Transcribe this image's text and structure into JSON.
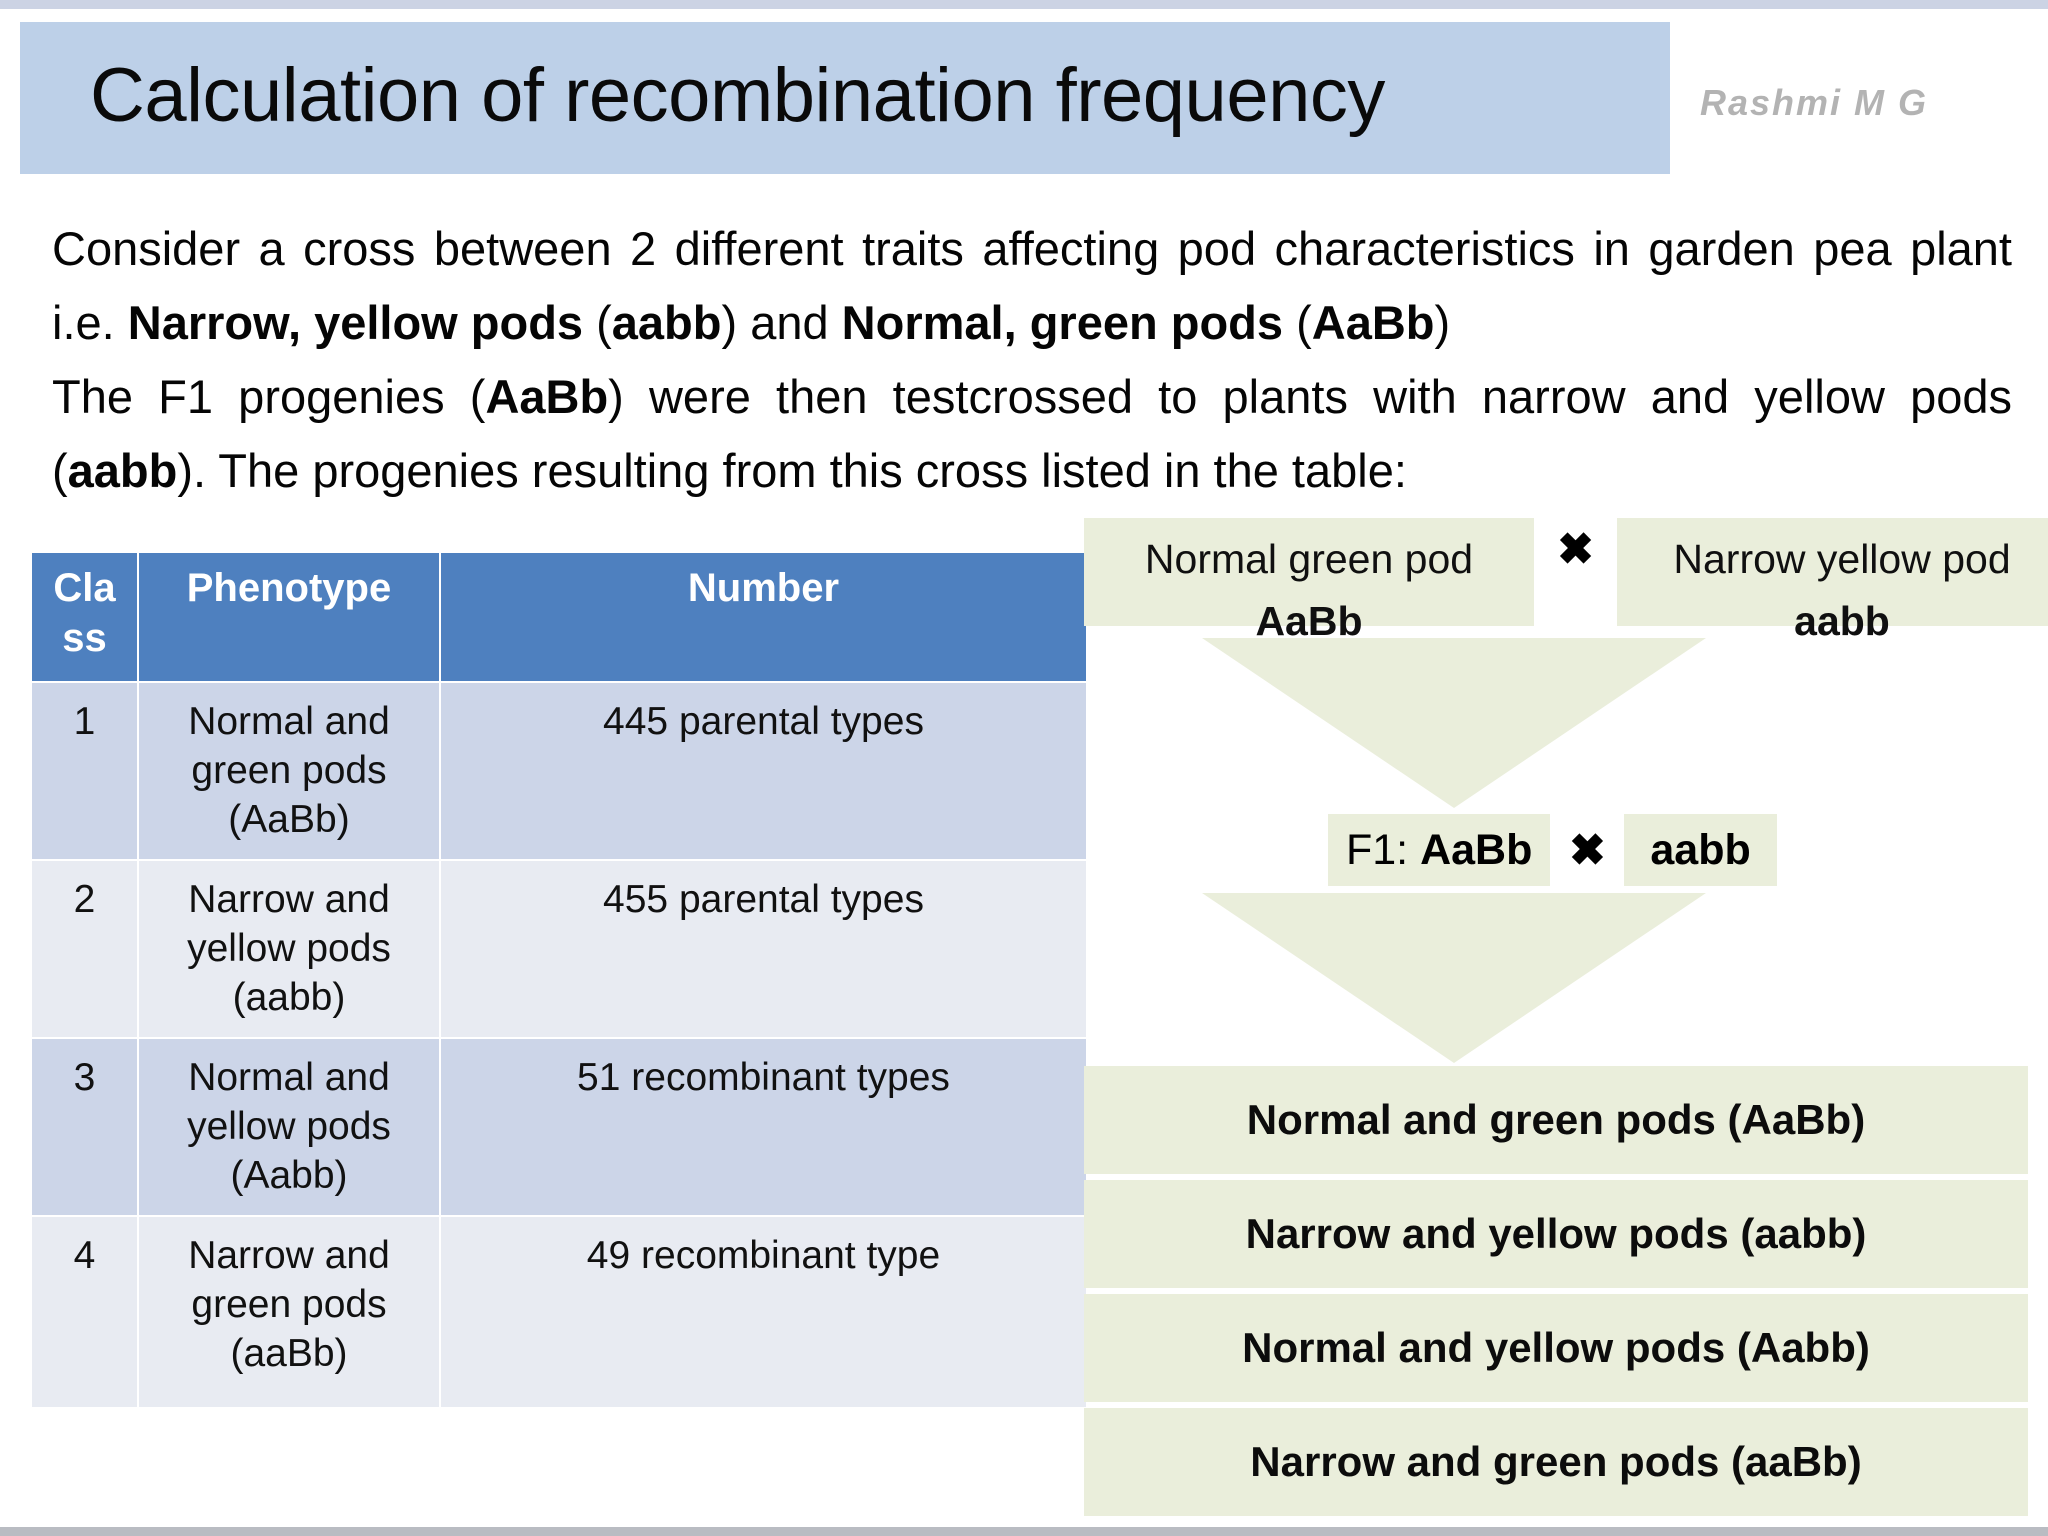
{
  "slide": {
    "title": "Calculation of recombination frequency",
    "watermark": "Rashmi M G",
    "accent_blue": "#4e80bf",
    "title_bar_color": "#bdd0e8",
    "row_dark_color": "#ccd5e8",
    "row_light_color": "#e8ebf2",
    "diagram_box_color": "#eaeedb"
  },
  "body": {
    "paragraph_1": {
      "part_1": "Consider a cross between 2 different traits affecting pod characteristics in garden pea plant i.e. ",
      "bold_1": "Narrow, yellow pods",
      "part_2": " (",
      "bold_2": "aabb",
      "part_3": ") and ",
      "bold_3": "Normal, green pods",
      "part_4": " (",
      "bold_4": "AaBb",
      "part_5": ")"
    },
    "paragraph_2": {
      "part_1": "The F1 progenies (",
      "bold_1": "AaBb",
      "part_2": ") were then testcrossed to plants with narrow and yellow pods (",
      "bold_2": "aabb",
      "part_3": "). The progenies resulting from this cross listed in the table:"
    }
  },
  "table": {
    "headers": [
      "Class",
      "Phenotype",
      "Number"
    ],
    "rows": [
      {
        "class": "1",
        "phenotype": "Normal and green pods (AaBb)",
        "number": "445 parental types"
      },
      {
        "class": "2",
        "phenotype": "Narrow and yellow pods (aabb)",
        "number": "455 parental types"
      },
      {
        "class": "3",
        "phenotype": "Normal and yellow pods (Aabb)",
        "number": "51 recombinant types"
      },
      {
        "class": "4",
        "phenotype": "Narrow and green pods (aaBb)",
        "number": "49 recombinant type"
      }
    ]
  },
  "diagram": {
    "parent_left": {
      "label": "Normal green pod",
      "genotype": "AaBb"
    },
    "parent_right": {
      "label": "Narrow yellow pod",
      "genotype": "aabb"
    },
    "cross_symbol": "✖",
    "f1": {
      "label": "F1: ",
      "genotype": "AaBb",
      "partner": "aabb"
    },
    "results": [
      "Normal and green pods (AaBb)",
      "Narrow and yellow pods (aabb)",
      "Normal and yellow pods (Aabb)",
      "Narrow and green pods (aaBb)"
    ]
  }
}
